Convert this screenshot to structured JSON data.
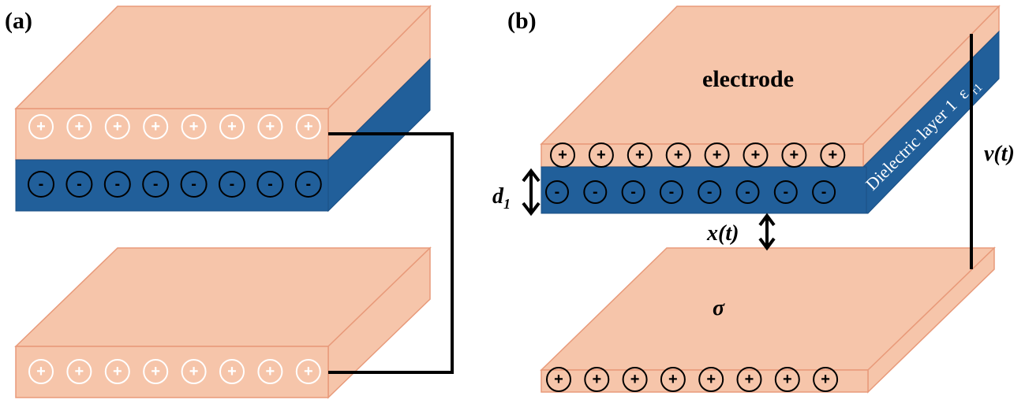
{
  "panels": {
    "a": {
      "label": "(a)"
    },
    "b": {
      "label": "(b)"
    }
  },
  "labels": {
    "electrode": "electrode",
    "sigma": "σ",
    "dielectric": "Dielectric layer 1",
    "epsilon_base": "ε",
    "epsilon_sub": "r1",
    "d_base": "d",
    "d_sub": "1",
    "x_t": "x(t)",
    "v_t": "v(t)"
  },
  "charges": {
    "plus": "+",
    "minus": "-",
    "count_per_row": 8
  },
  "colors": {
    "electrode_fill": "#f6c5aa",
    "electrode_edge": "#e89a7a",
    "dielectric_fill": "#215f9a",
    "dielectric_dark": "#1a4f84",
    "wire": "#000000"
  }
}
